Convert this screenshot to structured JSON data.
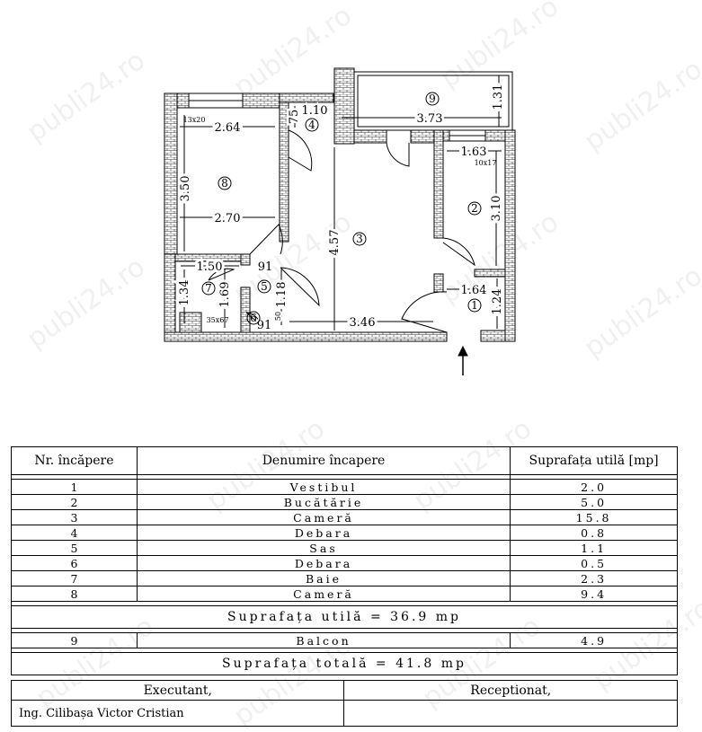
{
  "watermark": "publi24.ro",
  "plan": {
    "rooms": [
      "1",
      "2",
      "3",
      "4",
      "5",
      "6",
      "7",
      "8",
      "9"
    ],
    "dims": {
      "d_2_64": "2.64",
      "d_3_50": "3.50",
      "d_2_70": "2.70",
      "d_1_10": "1.10",
      "d_75": "75",
      "d_3_73": "3.73",
      "d_1_31": "1.31",
      "d_1_63": "1.63",
      "d_3_10": "3.10",
      "d_4_57": "4.57",
      "d_1_50": "1.50",
      "d_91a": "91",
      "d_1_34": "1.34",
      "d_1_69": "1.69",
      "d_1_18": "1.18",
      "d_91b": "91",
      "d_50": "50",
      "d_3_46": "3.46",
      "d_1_64": "1.64",
      "d_1_24": "1.24",
      "s_13x20": "13x20",
      "s_10x17": "10x17",
      "s_35x67": "35x67"
    }
  },
  "table": {
    "headers": [
      "Nr. încăpere",
      "Denumire încapere",
      "Suprafața utilă [mp]"
    ],
    "rows": [
      {
        "nr": "1",
        "name": "Vestibul",
        "area": "2.0"
      },
      {
        "nr": "2",
        "name": "Bucătărie",
        "area": "5.0"
      },
      {
        "nr": "3",
        "name": "Cameră",
        "area": "15.8"
      },
      {
        "nr": "4",
        "name": "Debara",
        "area": "0.8"
      },
      {
        "nr": "5",
        "name": "Sas",
        "area": "1.1"
      },
      {
        "nr": "6",
        "name": "Debara",
        "area": "0.5"
      },
      {
        "nr": "7",
        "name": "Baie",
        "area": "2.3"
      },
      {
        "nr": "8",
        "name": "Cameră",
        "area": "9.4"
      }
    ],
    "useful_total": "Suprafața utilă = 36.9 mp",
    "balcony": {
      "nr": "9",
      "name": "Balcon",
      "area": "4.9"
    },
    "total": "Suprafața totală = 41.8 mp",
    "executant_label": "Executant,",
    "receptionat_label": "Receptionat,",
    "executant_name": "Ing. Cilibașa Victor Cristian"
  }
}
